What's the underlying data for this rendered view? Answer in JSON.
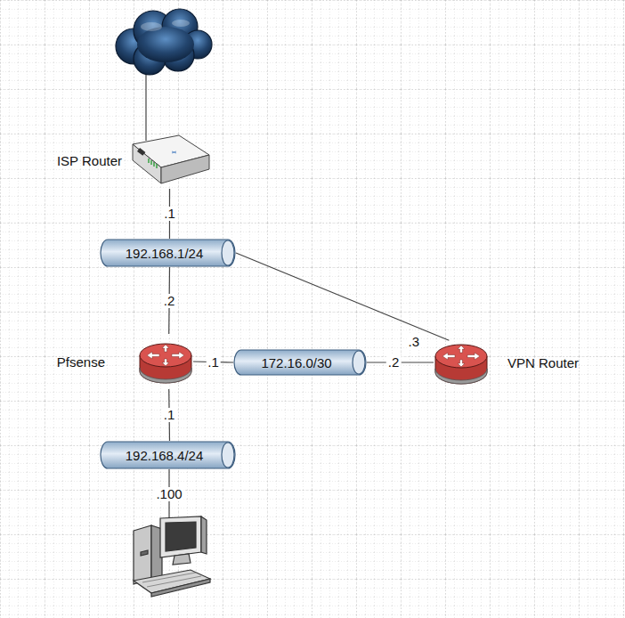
{
  "diagram": {
    "nodes": [
      {
        "text": [
          "ISP Router"
        ]
      },
      {
        "text": [
          "192.168.1/24"
        ]
      },
      {
        "text": [
          "Pfsense"
        ]
      },
      {
        "text": [
          "172.16.0/30"
        ]
      },
      {
        "text": [
          "VPN Router"
        ]
      },
      {
        "text": [
          "192.168.4/24"
        ]
      }
    ],
    "edges": [
      {
        "from": 0,
        "to": 1,
        "arrow": "none",
        "label": ".1"
      },
      {
        "from": 1,
        "to": 2,
        "arrow": "none",
        "label": ".2"
      },
      {
        "from": 2,
        "to": 3,
        "arrow": "none",
        "label": ".1"
      },
      {
        "from": 3,
        "to": 4,
        "arrow": "none",
        "label": ".2"
      },
      {
        "from": 1,
        "to": 4,
        "arrow": "none",
        "label": ".3"
      },
      {
        "from": 2,
        "to": 5,
        "arrow": "none",
        "label": ".1"
      }
    ],
    "labels": [
      ".100"
    ]
  }
}
